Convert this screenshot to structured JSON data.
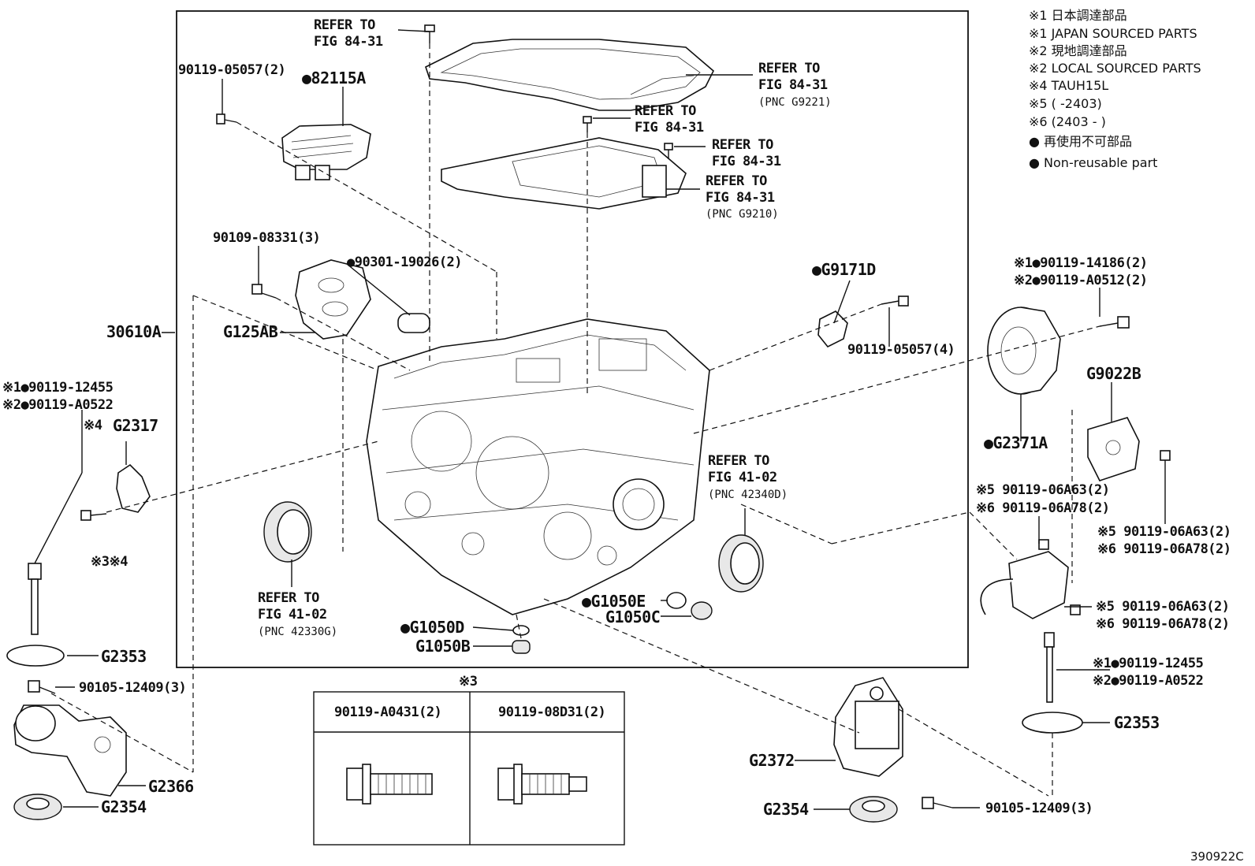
{
  "legend": [
    "※1 日本調達部品",
    "※1 JAPAN SOURCED PARTS",
    "※2 現地調達部品",
    "※2 LOCAL SOURCED PARTS",
    "※4 TAUH15L",
    "※5 (      -2403)",
    "※6 (2403 -      )",
    "● 再使用不可部品",
    "● Non-reusable part"
  ],
  "labels": {
    "refer1a": "REFER TO",
    "refer1b": "FIG 84-31",
    "refer2a": "REFER TO",
    "refer2b": "FIG 84-31",
    "refer2c": "(PNC G9221)",
    "refer3a": "REFER TO",
    "refer3b": "FIG 84-31",
    "refer4a": "REFER TO",
    "refer4b": "FIG 84-31",
    "refer5a": "REFER TO",
    "refer5b": "FIG 84-31",
    "refer5c": "(PNC G9210)",
    "refer6a": "REFER TO",
    "refer6b": "FIG 41-02",
    "refer6c": "(PNC 42340D)",
    "refer7a": "REFER TO",
    "refer7b": "FIG 41-02",
    "refer7c": "(PNC 42330G)",
    "p90119_05057_2": "90119-05057(2)",
    "p82115A": "●82115A",
    "p90109_08331_3": "90109-08331(3)",
    "p90301_19026_2": "●90301-19026(2)",
    "p30610A": "30610A",
    "pG125AB": "G125AB",
    "pG9171D": "●G9171D",
    "p90119_05057_4": "90119-05057(4)",
    "p14186": "※1●90119-14186(2)",
    "pA0512": "※2●90119-A0512(2)",
    "pG9022B": "G9022B",
    "pG2371A": "●G2371A",
    "pL12455": "※1●90119-12455",
    "pLA0522": "※2●90119-A0522",
    "pX4": "※4",
    "pG2317": "G2317",
    "pX3X4": "※3※4",
    "pG2353L": "G2353",
    "p90105L": "90105-12409(3)",
    "pG2366": "G2366",
    "pG2354L": "G2354",
    "pG1050E": "●G1050E",
    "pG1050C": "G1050C",
    "pG1050D": "●G1050D",
    "pG1050B": "G1050B",
    "pMid5a": "※5 90119-06A63(2)",
    "pMid6a": "※6 90119-06A78(2)",
    "pR5a": "※5 90119-06A63(2)",
    "pR6a": "※6 90119-06A78(2)",
    "pR5b": "※5 90119-06A63(2)",
    "pR6b": "※6 90119-06A78(2)",
    "pR12455": "※1●90119-12455",
    "pRA0522": "※2●90119-A0522",
    "pG2353R": "G2353",
    "pG2372": "G2372",
    "pG2354R": "G2354",
    "p90105R": "90105-12409(3)"
  },
  "table": {
    "note": "※3",
    "col1": "90119-A0431(2)",
    "col2": "90119-08D31(2)"
  },
  "figure_id": "390922C"
}
